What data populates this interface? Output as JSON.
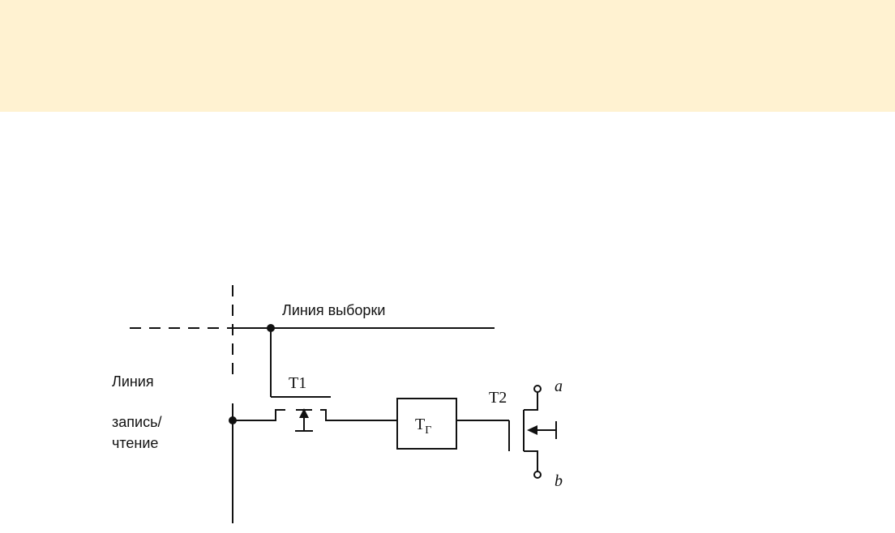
{
  "labels": {
    "selection_line": "Линия выборки",
    "rw_line_1": "Линия",
    "rw_line_2": "запись/",
    "rw_line_3": "чтение",
    "t1": "T1",
    "t2": "T2",
    "tg_main": "T",
    "tg_sub": "Г",
    "terminal_a": "a",
    "terminal_b": "b"
  },
  "colors": {
    "banner": "#fff2d1",
    "ink": "#111111"
  }
}
